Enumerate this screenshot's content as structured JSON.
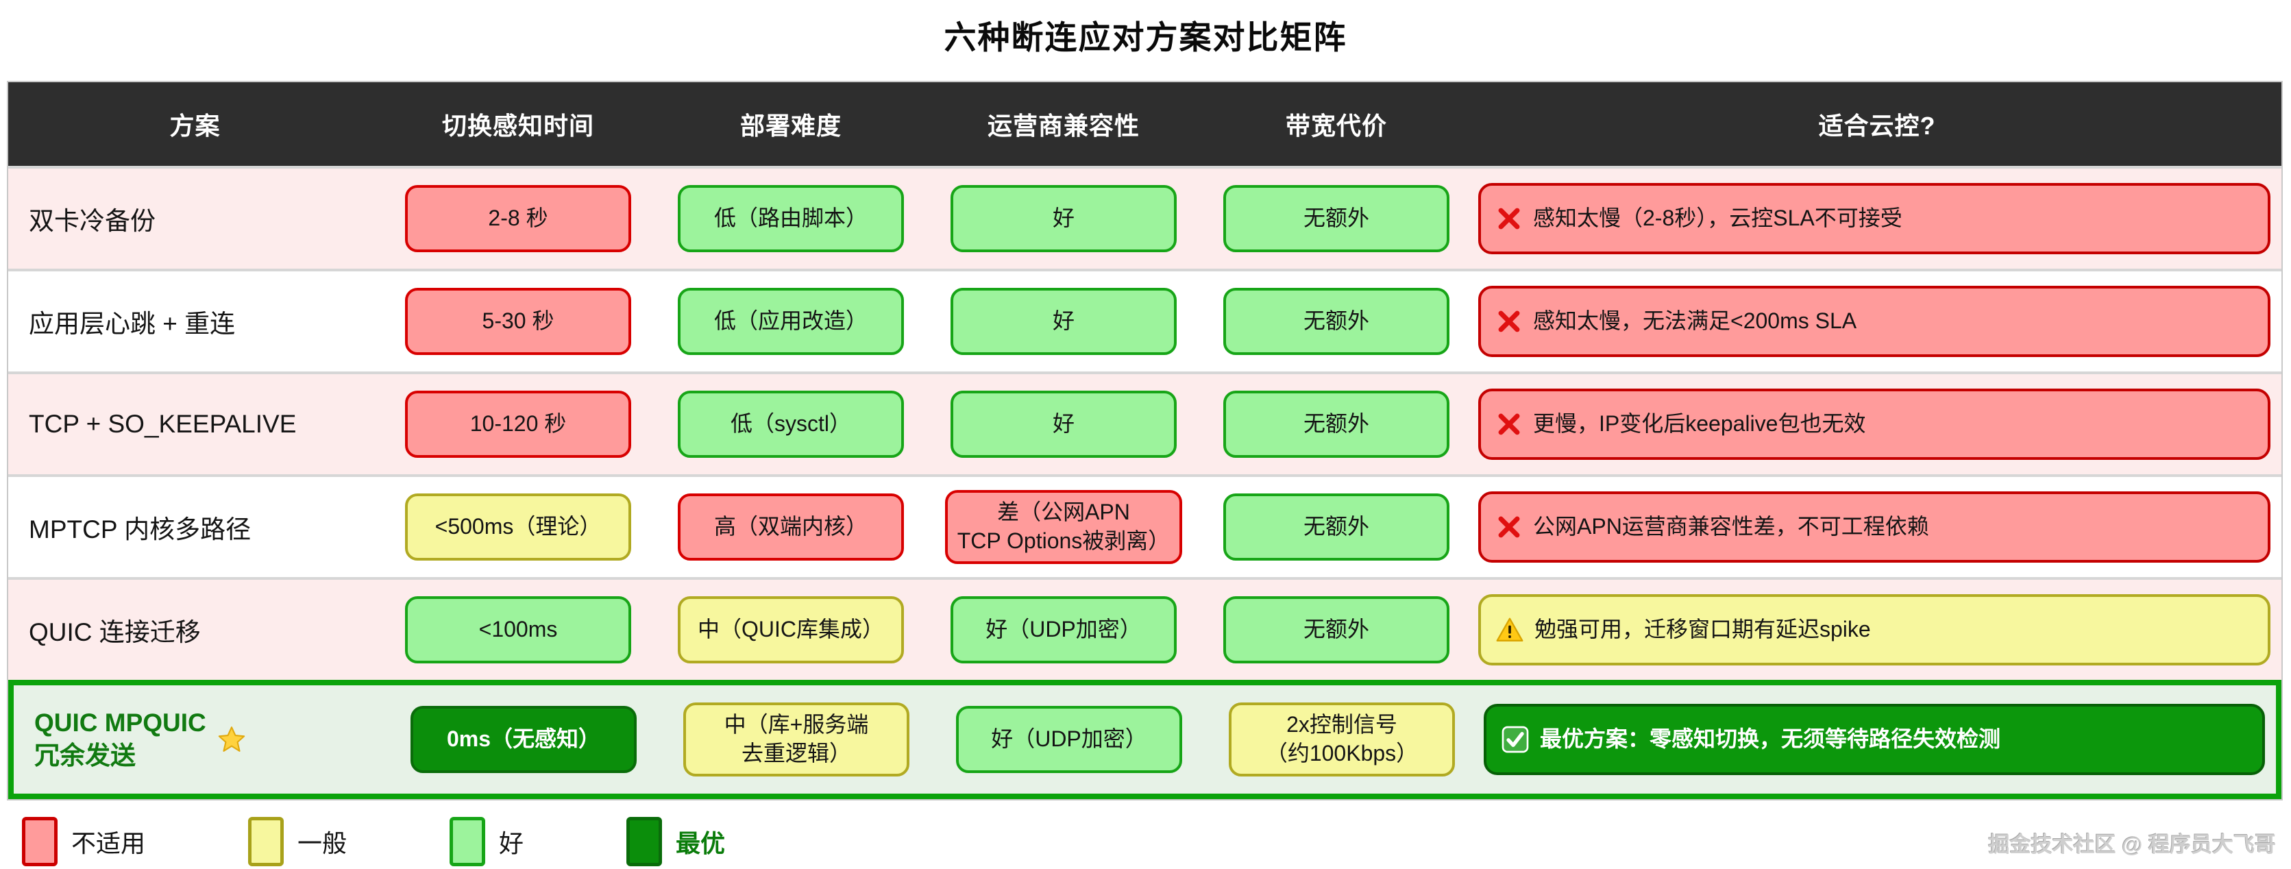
{
  "title": "六种断连应对方案对比矩阵",
  "watermark": "掘金技术社区 @ 程序员大飞哥",
  "header": {
    "columns": [
      "方案",
      "切换感知时间",
      "部署难度",
      "运营商兼容性",
      "带宽代价",
      "适合云控?"
    ]
  },
  "rows": [
    {
      "scheme": "双卡冷备份",
      "switch_time": {
        "text": "2-8 秒",
        "rating": "bad"
      },
      "deploy": {
        "text": "低（路由脚本）",
        "rating": "good"
      },
      "carrier": {
        "text": "好",
        "rating": "good"
      },
      "bandwidth": {
        "text": "无额外",
        "rating": "good"
      },
      "verdict": {
        "icon": "cross",
        "text": "感知太慢（2-8秒），云控SLA不可接受",
        "rating": "bad"
      }
    },
    {
      "scheme": "应用层心跳 + 重连",
      "switch_time": {
        "text": "5-30 秒",
        "rating": "bad"
      },
      "deploy": {
        "text": "低（应用改造）",
        "rating": "good"
      },
      "carrier": {
        "text": "好",
        "rating": "good"
      },
      "bandwidth": {
        "text": "无额外",
        "rating": "good"
      },
      "verdict": {
        "icon": "cross",
        "text": "感知太慢，无法满足<200ms SLA",
        "rating": "bad"
      }
    },
    {
      "scheme": "TCP + SO_KEEPALIVE",
      "switch_time": {
        "text": "10-120 秒",
        "rating": "bad"
      },
      "deploy": {
        "text": "低（sysctl）",
        "rating": "good"
      },
      "carrier": {
        "text": "好",
        "rating": "good"
      },
      "bandwidth": {
        "text": "无额外",
        "rating": "good"
      },
      "verdict": {
        "icon": "cross",
        "text": "更慢，IP变化后keepalive包也无效",
        "rating": "bad"
      }
    },
    {
      "scheme": "MPTCP 内核多路径",
      "switch_time": {
        "text": "<500ms（理论）",
        "rating": "warn"
      },
      "deploy": {
        "text": "高（双端内核）",
        "rating": "bad"
      },
      "carrier": {
        "text": "差（公网APN\nTCP Options被剥离）",
        "rating": "bad"
      },
      "bandwidth": {
        "text": "无额外",
        "rating": "good"
      },
      "verdict": {
        "icon": "cross",
        "text": "公网APN运营商兼容性差，不可工程依赖",
        "rating": "bad"
      }
    },
    {
      "scheme": "QUIC 连接迁移",
      "switch_time": {
        "text": "<100ms",
        "rating": "good"
      },
      "deploy": {
        "text": "中（QUIC库集成）",
        "rating": "warn"
      },
      "carrier": {
        "text": "好（UDP加密）",
        "rating": "good"
      },
      "bandwidth": {
        "text": "无额外",
        "rating": "good"
      },
      "verdict": {
        "icon": "warning",
        "text": "勉强可用，迁移窗口期有延迟spike",
        "rating": "warn"
      }
    },
    {
      "scheme": "QUIC MPQUIC\n冗余发送",
      "scheme_icon": "star",
      "switch_time": {
        "text": "0ms（无感知）",
        "rating": "best"
      },
      "deploy": {
        "text": "中（库+服务端\n去重逻辑）",
        "rating": "warn"
      },
      "carrier": {
        "text": "好（UDP加密）",
        "rating": "good"
      },
      "bandwidth": {
        "text": "2x控制信号\n（约100Kbps）",
        "rating": "warn"
      },
      "verdict": {
        "icon": "check",
        "text": "最优方案：零感知切换，无须等待路径失效检测",
        "rating": "best"
      }
    }
  ],
  "legend": [
    {
      "label": "不适用",
      "rating": "bad"
    },
    {
      "label": "一般",
      "rating": "warn"
    },
    {
      "label": "好",
      "rating": "good"
    },
    {
      "label": "最优",
      "rating": "best"
    }
  ],
  "colors": {
    "bad_fill": "#ff9b9b",
    "bad_border": "#d80000",
    "good_fill": "#9cf39c",
    "good_border": "#17a517",
    "warn_fill": "#f7f79e",
    "warn_border": "#b1aa22",
    "best_fill": "#0b8e0b",
    "best_border": "#0a6c0a",
    "header_bg": "#2e2e2e",
    "highlight_row_border": "#0ba30b",
    "pink_row_bg": "#fdecec",
    "best_row_bg": "#e7f2e7"
  }
}
